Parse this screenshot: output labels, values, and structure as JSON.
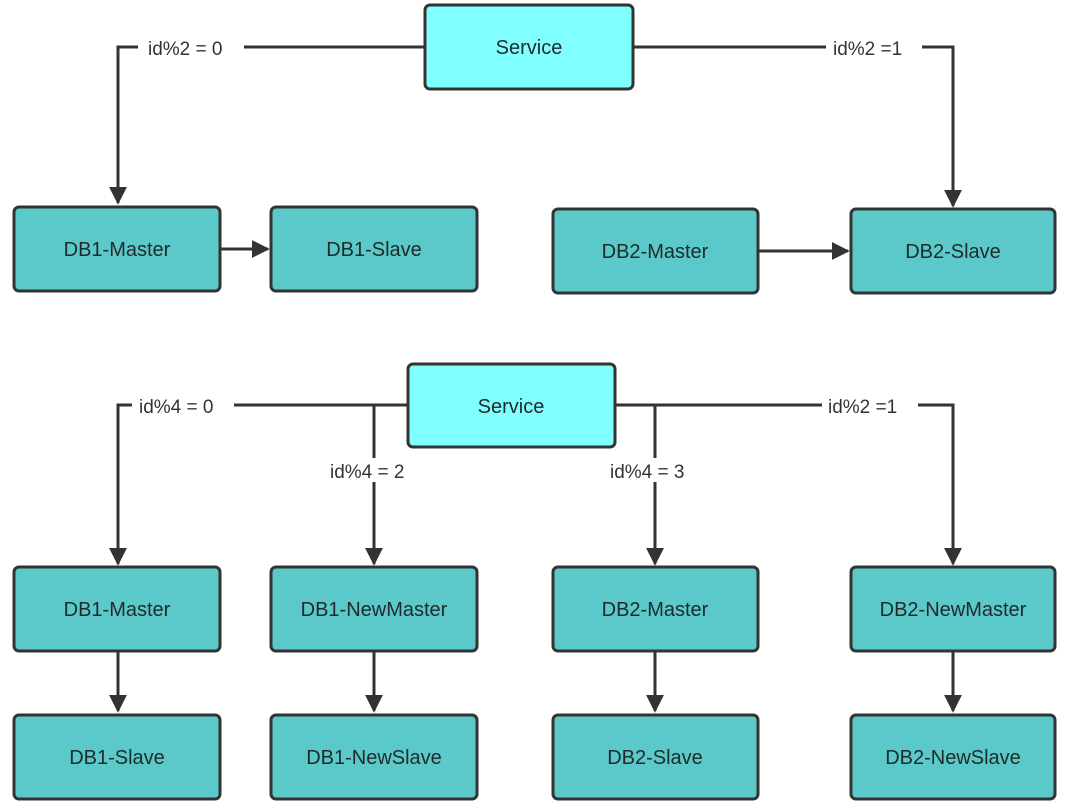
{
  "colors": {
    "service_fill": "#80ffff",
    "db_fill": "#5bc9c9",
    "border": "#333333",
    "line": "#333333"
  },
  "top": {
    "service": "Service",
    "db1_master": "DB1-Master",
    "db1_slave": "DB1-Slave",
    "db2_master": "DB2-Master",
    "db2_slave": "DB2-Slave",
    "label_left": "id%2 = 0",
    "label_right": "id%2 =1"
  },
  "bottom": {
    "service": "Service",
    "db1_master": "DB1-Master",
    "db1_new_master": "DB1-NewMaster",
    "db2_master": "DB2-Master",
    "db2_new_master": "DB2-NewMaster",
    "db1_slave": "DB1-Slave",
    "db1_new_slave": "DB1-NewSlave",
    "db2_slave": "DB2-Slave",
    "db2_new_slave": "DB2-NewSlave",
    "label_0": "id%4 = 0",
    "label_2": "id%4 = 2",
    "label_3": "id%4 = 3",
    "label_1": "id%2 =1"
  }
}
